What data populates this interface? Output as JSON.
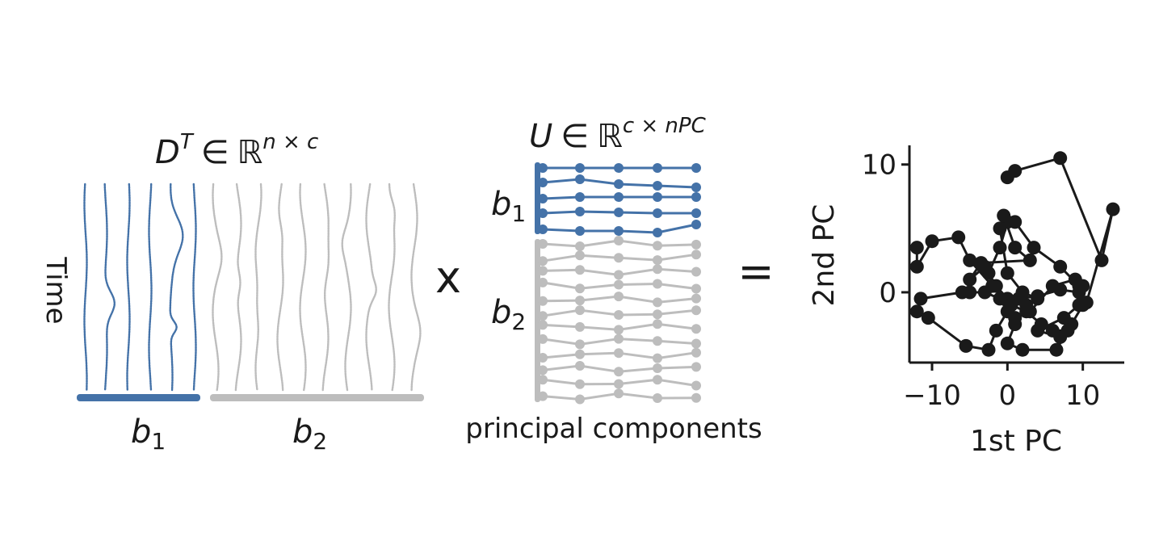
{
  "colors": {
    "b1": "#4472a8",
    "b2": "#bdbdbd",
    "ink": "#1a1a1a"
  },
  "matrix_d": {
    "title_base": "D",
    "title_sup": "T",
    "title_op": "∈",
    "title_set": "ℝ",
    "title_dims": "n × c",
    "ylabel": "Time",
    "group1_base": "b",
    "group1_sub": "1",
    "group2_base": "b",
    "group2_sub": "2"
  },
  "operator_times": "x",
  "matrix_u": {
    "title_base": "U",
    "title_op": "∈",
    "title_set": "ℝ",
    "title_dims": "c × nPC",
    "group1_base": "b",
    "group1_sub": "1",
    "group2_base": "b",
    "group2_sub": "2",
    "xlabel": "principal components"
  },
  "operator_equals": "=",
  "chart_data": {
    "type": "line",
    "xlabel": "1st PC",
    "ylabel": "2nd PC",
    "xlim": [
      -13,
      15.5
    ],
    "ylim": [
      -5.5,
      11.5
    ],
    "xticks": [
      -10,
      0,
      10
    ],
    "xtick_labels": [
      "−10",
      "0",
      "10"
    ],
    "yticks": [
      0,
      10
    ],
    "ytick_labels": [
      "0",
      "10"
    ],
    "grid": false,
    "markers": true,
    "color": "#1a1a1a",
    "x": [
      -12,
      -12,
      -10,
      -6.5,
      -5,
      -2,
      -2.5,
      -1,
      0,
      -0.5,
      1,
      3,
      -3.5,
      -5,
      -3,
      -1.5,
      0,
      1.5,
      4,
      7,
      9.5,
      10,
      8.5,
      7,
      4,
      7.5,
      9.5,
      10,
      9,
      6,
      3,
      1,
      0,
      -1,
      -3,
      -5,
      -6,
      -11.5,
      -12,
      -10.5,
      -5.5,
      -2.5,
      -1.5,
      0.5,
      2.5,
      4.5,
      6,
      8,
      6.5,
      2,
      0,
      1,
      2.5,
      4,
      2,
      0,
      -1,
      1,
      3.5,
      7,
      9.5,
      10.5,
      14,
      12.5,
      7,
      1,
      0
    ],
    "y": [
      3.5,
      2,
      4,
      4.3,
      2.5,
      0.5,
      1.5,
      3.5,
      5.5,
      6,
      3.5,
      2.5,
      2.3,
      1,
      2,
      0.5,
      -0.5,
      -0.5,
      -0.3,
      0.2,
      0,
      -1,
      -2.5,
      -3.5,
      -3,
      -2,
      -1,
      0.5,
      1,
      0.5,
      -1.5,
      -2,
      -1.5,
      -0.5,
      0,
      0,
      0,
      -0.5,
      -1.5,
      -2,
      -4.2,
      -4.5,
      -3,
      -1,
      -1.5,
      -2.5,
      -3,
      -3,
      -4.5,
      -4.5,
      -4,
      -2.5,
      -1,
      -0.5,
      0,
      1.5,
      5,
      5.5,
      3.5,
      2,
      0.5,
      -0.8,
      6.5,
      2.5,
      10.5,
      9.5,
      9
    ]
  }
}
